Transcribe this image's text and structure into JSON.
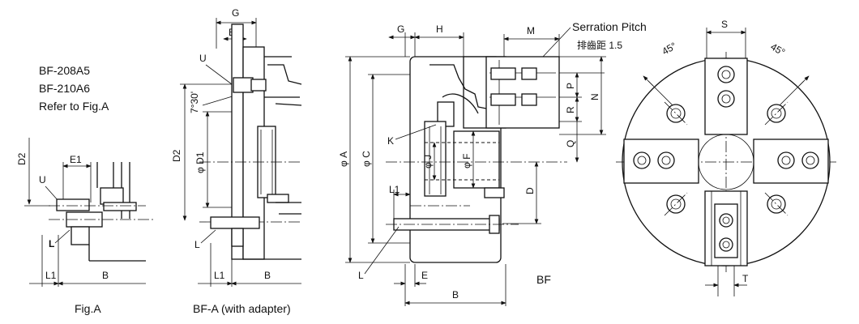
{
  "notes": {
    "model1": "BF-208A5",
    "model2": "BF-210A6",
    "refer": "Refer to Fig.A"
  },
  "captions": {
    "figA": "Fig.A",
    "bfa": "BF-A (with adapter)",
    "bf": "BF"
  },
  "dims": {
    "D2": "D2",
    "E1": "E1",
    "U": "U",
    "L": "L",
    "L1": "L1",
    "B": "B",
    "G": "G",
    "angle": "7°30'",
    "phiD1": "φ D1",
    "H": "H",
    "M": "M",
    "phiA": "φ A",
    "phiC": "φ C",
    "K": "K",
    "phiJ": "φ J",
    "phiF": "φ F",
    "D": "D",
    "E": "E",
    "P": "P",
    "R": "R",
    "N": "N",
    "Q": "Q",
    "S": "S",
    "T": "T",
    "deg45": "45°"
  },
  "serration": {
    "label": "Serration Pitch",
    "cn": "排齒距 1.5"
  }
}
